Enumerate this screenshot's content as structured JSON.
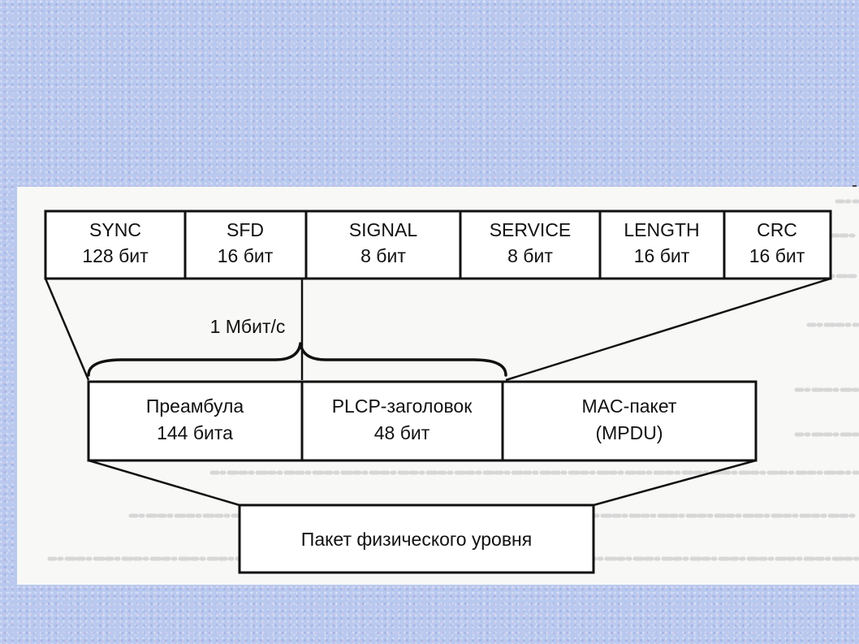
{
  "header_fields": [
    {
      "name": "SYNC",
      "size": "128 бит"
    },
    {
      "name": "SFD",
      "size": "16 бит"
    },
    {
      "name": "SIGNAL",
      "size": "8 бит"
    },
    {
      "name": "SERVICE",
      "size": "8 бит"
    },
    {
      "name": "LENGTH",
      "size": "16 бит"
    },
    {
      "name": "CRC",
      "size": "16 бит"
    }
  ],
  "rate_label": "1 Мбит/с",
  "packet_parts": [
    {
      "line1": "Преамбула",
      "line2": "144 бита"
    },
    {
      "line1": "PLCP-заголовок",
      "line2": "48 бит"
    },
    {
      "line1": "MAC-пакет",
      "line2": "(MPDU)"
    }
  ],
  "physical_packet": "Пакет физического уровня"
}
